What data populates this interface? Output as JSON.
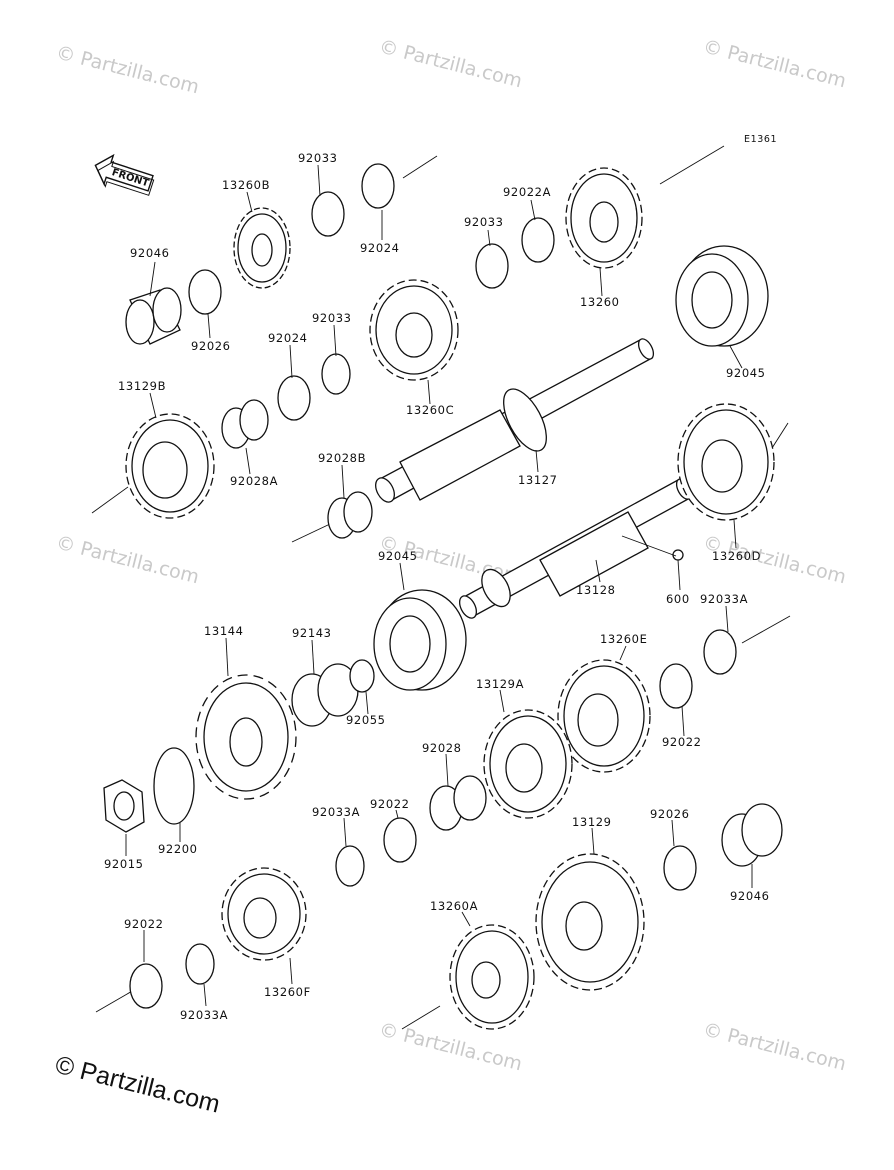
{
  "diagram_code": "E1361",
  "front_label": "FRONT",
  "watermark_text": "© Partzilla.com",
  "copyright_text": "© Partzilla.com",
  "part_labels": [
    {
      "id": "92033-a",
      "text": "92033"
    },
    {
      "id": "13260b",
      "text": "13260B"
    },
    {
      "id": "92024-a",
      "text": "92024"
    },
    {
      "id": "92046-a",
      "text": "92046"
    },
    {
      "id": "92026-a",
      "text": "92026"
    },
    {
      "id": "92022a",
      "text": "92022A"
    },
    {
      "id": "92033-b",
      "text": "92033"
    },
    {
      "id": "13260",
      "text": "13260"
    },
    {
      "id": "92033-c",
      "text": "92033"
    },
    {
      "id": "92024-b",
      "text": "92024"
    },
    {
      "id": "13260c",
      "text": "13260C"
    },
    {
      "id": "92045-a",
      "text": "92045"
    },
    {
      "id": "13129b",
      "text": "13129B"
    },
    {
      "id": "92028a",
      "text": "92028A"
    },
    {
      "id": "92028b",
      "text": "92028B"
    },
    {
      "id": "13127",
      "text": "13127"
    },
    {
      "id": "13260d",
      "text": "13260D"
    },
    {
      "id": "92045-b",
      "text": "92045"
    },
    {
      "id": "13128",
      "text": "13128"
    },
    {
      "id": "600",
      "text": "600"
    },
    {
      "id": "92033a-a",
      "text": "92033A"
    },
    {
      "id": "13144",
      "text": "13144"
    },
    {
      "id": "92143",
      "text": "92143"
    },
    {
      "id": "13260e",
      "text": "13260E"
    },
    {
      "id": "92055",
      "text": "92055"
    },
    {
      "id": "13129a",
      "text": "13129A"
    },
    {
      "id": "92022-a",
      "text": "92022"
    },
    {
      "id": "92028",
      "text": "92028"
    },
    {
      "id": "92022-b",
      "text": "92022"
    },
    {
      "id": "92033a-b",
      "text": "92033A"
    },
    {
      "id": "92015",
      "text": "92015"
    },
    {
      "id": "92200",
      "text": "92200"
    },
    {
      "id": "92026-b",
      "text": "92026"
    },
    {
      "id": "13129",
      "text": "13129"
    },
    {
      "id": "92046-b",
      "text": "92046"
    },
    {
      "id": "92022-c",
      "text": "92022"
    },
    {
      "id": "13260a",
      "text": "13260A"
    },
    {
      "id": "92033a-c",
      "text": "92033A"
    },
    {
      "id": "13260f",
      "text": "13260F"
    }
  ]
}
